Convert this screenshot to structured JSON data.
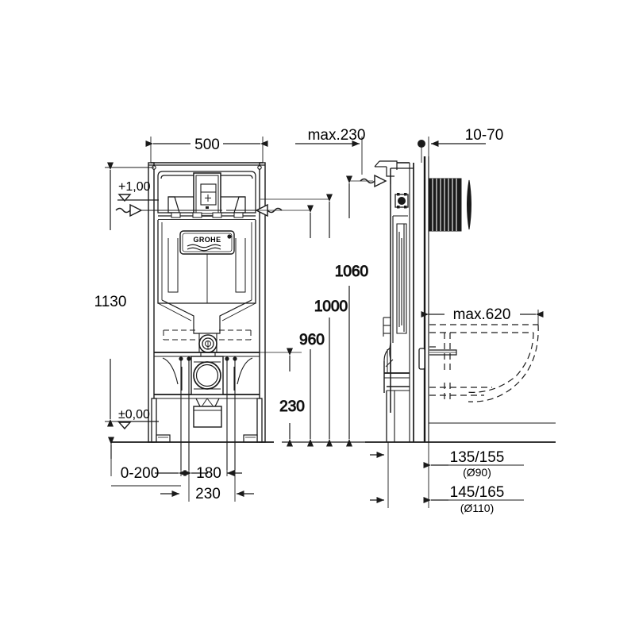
{
  "drawing": {
    "title": "GROHE Rapid SL WC installation frame — dimensioned technical drawing",
    "background_color": "#ffffff",
    "line_color": "#1a1a1a",
    "brand": "GROHE"
  },
  "dimensions": {
    "width_overall": "500",
    "height_overall": "1130",
    "offset_max_top": "max.230",
    "plate_depth": "10-70",
    "height_1060": "1060",
    "height_1000": "1000",
    "height_960": "960",
    "height_230_right": "230",
    "projection_max": "max.620",
    "foot_range": "0-200",
    "outlet_180": "180",
    "outlet_230": "230",
    "drain_90": "135/155",
    "drain_90_dia": "(Ø90)",
    "drain_110": "145/165",
    "drain_110_dia": "(Ø110)"
  },
  "levels": {
    "top_level": "+1,00",
    "floor_level": "±0,00"
  },
  "logo": {
    "text": "GROHE"
  }
}
